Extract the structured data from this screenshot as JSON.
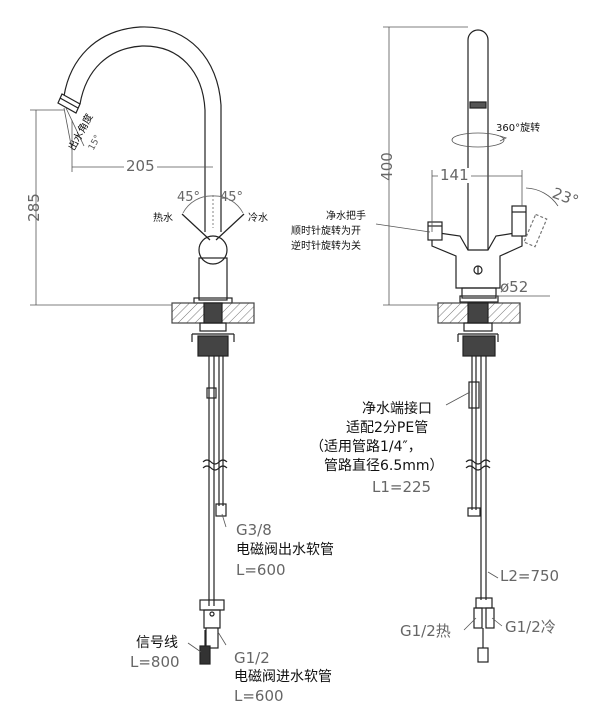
{
  "left_view": {
    "dimensions": {
      "height": "285",
      "reach": "205",
      "handle_angle_left": "45°",
      "handle_angle_right": "45°"
    },
    "spout_angle_label": "出水角度",
    "spout_angle_value": "15°",
    "hot_label": "热水",
    "cold_label": "冷水",
    "outlet_hose": {
      "thread": "G3/8",
      "name": "电磁阀出水软管",
      "length": "L=600"
    },
    "signal_wire": {
      "name": "信号线",
      "length": "L=800"
    },
    "inlet_hose": {
      "thread": "G1/2",
      "name": "电磁阀进水软管",
      "length": "L=600"
    }
  },
  "right_view": {
    "dimensions": {
      "height": "400",
      "width": "141",
      "handle_angle": "23°",
      "base_diameter": "ø52"
    },
    "rotation_label": "360°旋转",
    "purified_handle": {
      "line1": "净水把手",
      "line2": "顺时针旋转为开",
      "line3": "逆时针旋转为关"
    },
    "purified_port": {
      "line1": "净水端接口",
      "line2": "适配2分PE管",
      "line3": "（适用管路1/4″，",
      "line4": "管路直径6.5mm）",
      "length": "L1=225"
    },
    "supply_length": "L2=750",
    "hot_inlet": "G1/2热",
    "cold_inlet": "G1/2冷"
  }
}
